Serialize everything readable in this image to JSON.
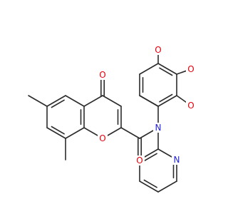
{
  "colors": {
    "background": "#ffffff",
    "bond": "#2b2b2b",
    "oxygen": "#e8000b",
    "nitrogen": "#1f1fe0"
  },
  "diagram": {
    "type": "skeletal-structure",
    "atom_labels": {
      "ketone_o": "O",
      "ring_o": "O",
      "amide_o": "O",
      "amide_n": "N",
      "pyridine_n": "N",
      "methoxy_o_top": "O",
      "methoxy_o_mid": "O",
      "methoxy_o_low": "O"
    }
  }
}
